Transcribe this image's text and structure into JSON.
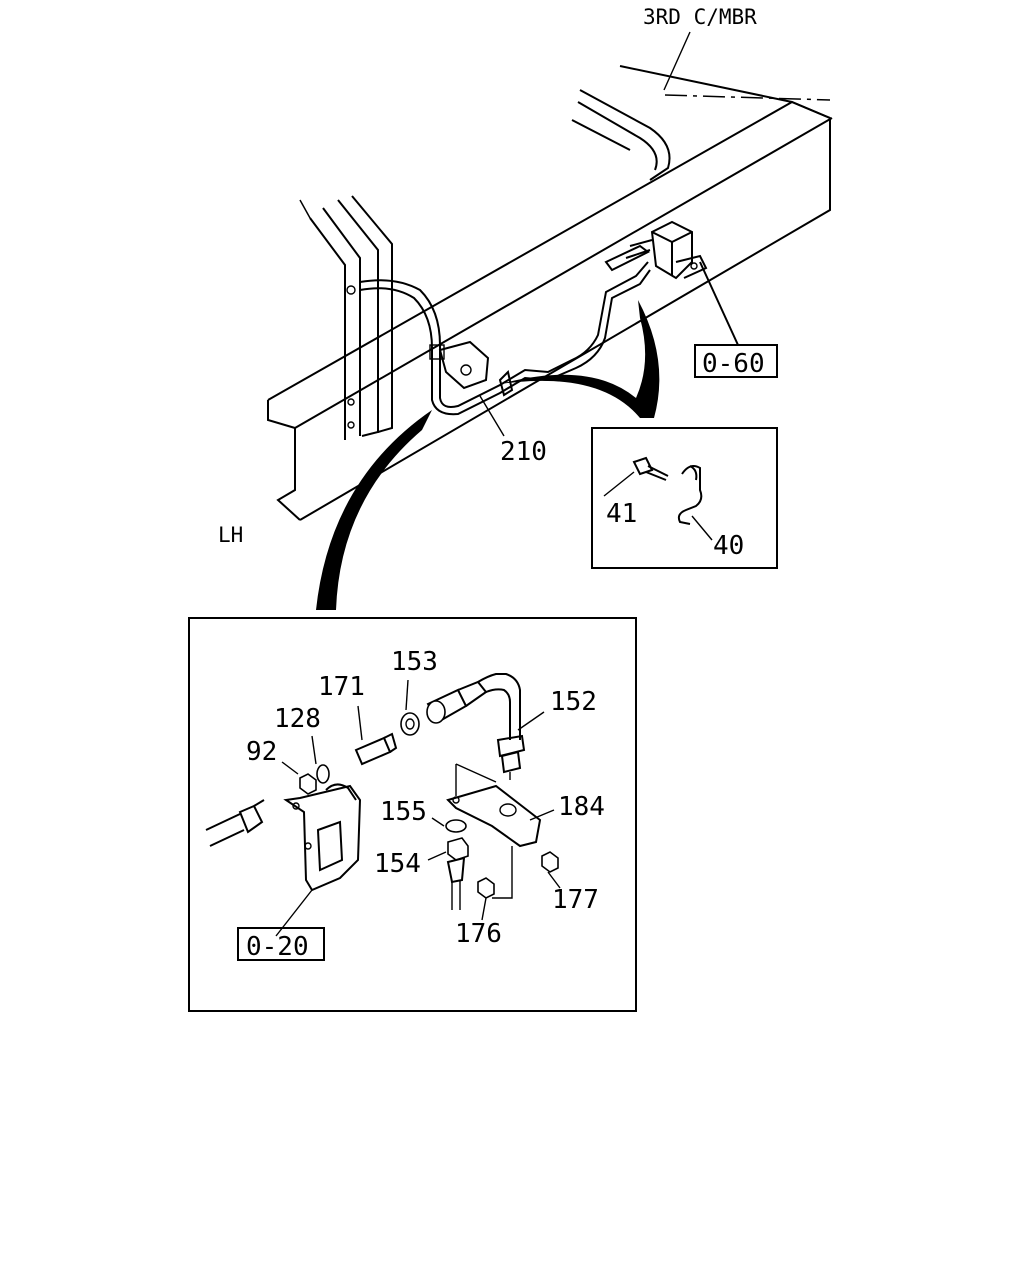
{
  "labels": {
    "frame_member": "3RD C/MBR",
    "side": "LH",
    "ref_top": "0-60",
    "ref_bottom": "0-20"
  },
  "part_numbers": {
    "p210": "210",
    "p41": "41",
    "p40": "40",
    "p153": "153",
    "p171": "171",
    "p128": "128",
    "p92": "92",
    "p152": "152",
    "p184": "184",
    "p155": "155",
    "p154": "154",
    "p177": "177",
    "p176": "176"
  }
}
